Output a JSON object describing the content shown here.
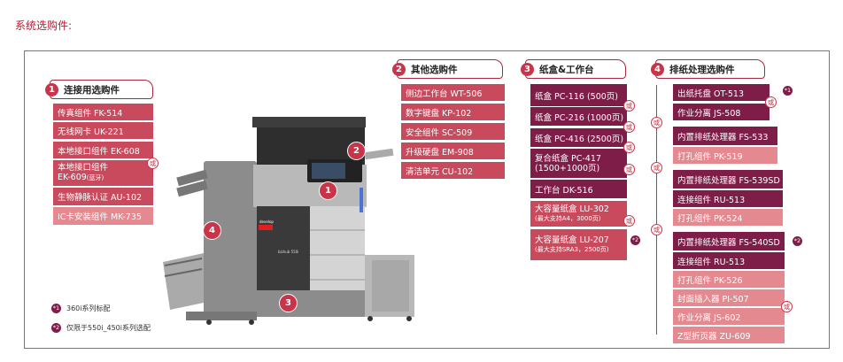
{
  "page_title": "系统选购件:",
  "colors": {
    "accent": "#c8354a",
    "red_item": "#c84a5c",
    "pink_item": "#e48990",
    "dark_item": "#7d1d48"
  },
  "connectivity": {
    "num": "1",
    "title": "连接用选购件",
    "items": [
      {
        "label": "传真组件  FK-514"
      },
      {
        "label": "无线网卡  UK-221"
      },
      {
        "label": "本地接口组件  EK-608"
      },
      {
        "label": "本地接口组件",
        "sub": "EK-609",
        "sub2": "(蓝牙)"
      },
      {
        "label": "生物静脉认证  AU-102"
      },
      {
        "label": "IC卡安装组件  MK-735"
      }
    ],
    "or": "或"
  },
  "other": {
    "num": "2",
    "title": "其他选购件",
    "items": [
      {
        "label": "侧边工作台  WT-506"
      },
      {
        "label": "数字键盘      KP-102"
      },
      {
        "label": "安全组件      SC-509"
      },
      {
        "label": "升级硬盘      EM-908"
      },
      {
        "label": "清洁单元      CU-102"
      }
    ]
  },
  "cassette": {
    "num": "3",
    "title": "纸盒&工作台",
    "items": [
      {
        "label": "纸盒  PC-116 (500页)"
      },
      {
        "label": "纸盒  PC-216 (1000页)"
      },
      {
        "label": "纸盒  PC-416 (2500页)"
      },
      {
        "label": "复合纸盒  PC-417",
        "sub": "(1500+1000页)"
      },
      {
        "label": "工作台  DK-516"
      },
      {
        "label": "大容量纸盒  LU-302",
        "sub": "(最大支持A4，3000页)"
      },
      {
        "label": "大容量纸盒  LU-207",
        "sub": "(最大支持SRA3，2500页)"
      }
    ],
    "or": "或"
  },
  "finishing": {
    "num": "4",
    "title": "排纸处理选购件",
    "items": [
      {
        "label": "出纸托盘  OT-513"
      },
      {
        "label": "作业分离  JS-508"
      },
      {
        "label": "内置排纸处理器 FS-533"
      },
      {
        "label": "打孔组件  PK-519"
      },
      {
        "label": "内置排纸处理器 FS-539SD"
      },
      {
        "label": "连接组件 RU-513"
      },
      {
        "label": "打孔组件  PK-524"
      },
      {
        "label": "内置排纸处理器 FS-540SD"
      },
      {
        "label": "连接组件  RU-513"
      },
      {
        "label": "打孔组件  PK-526"
      },
      {
        "label": "封面插入器  PI-507"
      },
      {
        "label": "作业分离  JS-602"
      },
      {
        "label": "Z型折页器  ZU-609"
      }
    ],
    "or": "或"
  },
  "stars": {
    "s1": "*1",
    "s2": "*2"
  },
  "notes": [
    {
      "mark": "*1",
      "text": "360i系列标配"
    },
    {
      "mark": "*2",
      "text": "仅限于550i_450i系列选配"
    }
  ],
  "printer": {
    "model": "bizhub 550i",
    "brand": "develop",
    "callouts": [
      "1",
      "2",
      "3",
      "4"
    ]
  }
}
